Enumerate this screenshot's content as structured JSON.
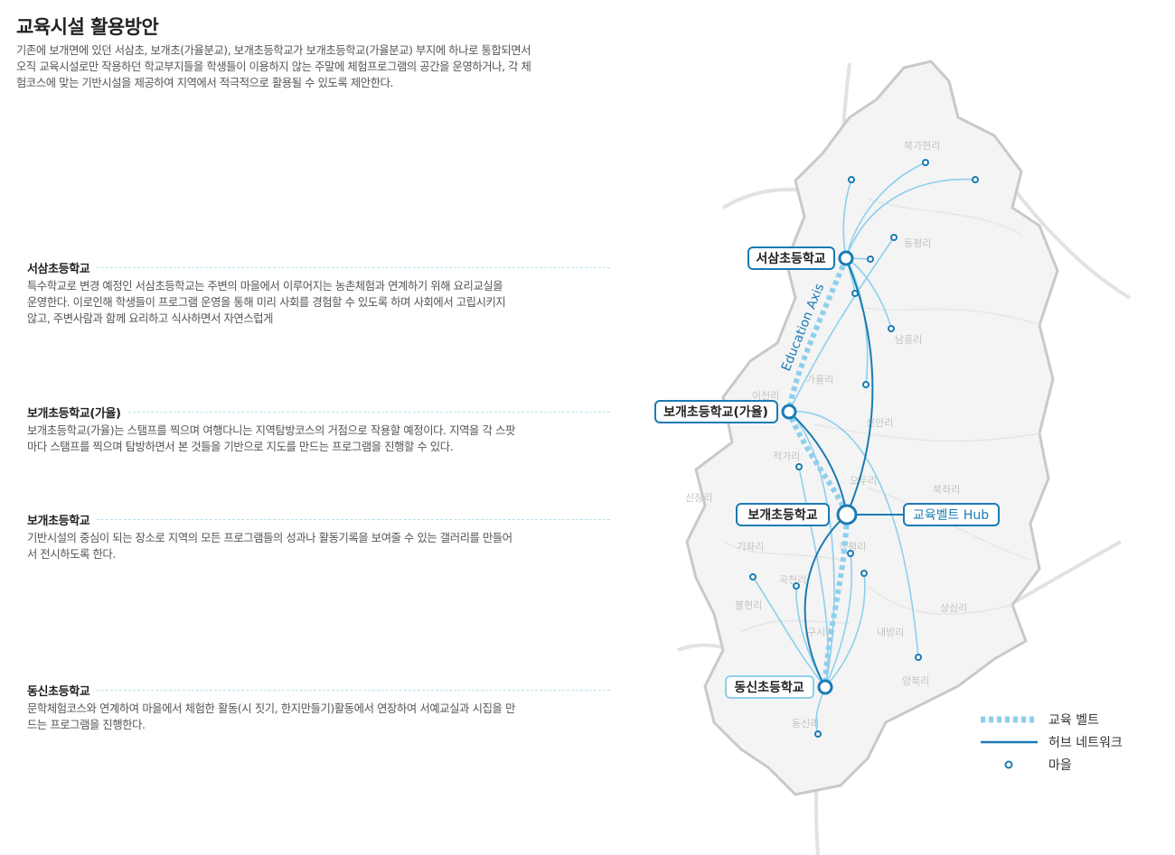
{
  "title": "교육시설 활용방안",
  "intro": "기존에 보개면에 있던 서삼초, 보개초(가율분교), 보개초등학교가 보개초등학교(가율분교) 부지에 하나로 통합되면서 오직 교육시설로만 작용하던 학교부지들을 학생들이 이용하지 않는 주말에 체험프로그램의 공간을 운영하거나, 각 체험코스에 맞는 기반시설을 제공하여 지역에서 적극적으로 활용될 수 있도록 제안한다.",
  "sections": [
    {
      "title": "서삼초등학교",
      "body": "특수학교로 변경 예정인 서삼초등학교는 주변의 마을에서 이루어지는 농촌체험과 연계하기 위해 요리교실을 운영한다. 이로인해 학생들이 프로그램 운영을 통해 미리 사회를 경험할 수 있도록 하며 사회에서 고립시키지 않고, 주변사람과 함께 요리하고 식사하면서 자연스럽게"
    },
    {
      "title": "보개초등학교(가율)",
      "body": "보개초등학교(가율)는 스탬프를 찍으며 여행다니는 지역탐방코스의 거점으로 작용할 예정이다. 지역을 각 스팟마다 스탬프를 찍으며 탐방하면서 본 것들을 기반으로 지도를 만드는 프로그램을 진행할 수 있다."
    },
    {
      "title": "보개초등학교",
      "body": "기반시설의 중심이 되는 장소로 지역의 모든 프로그램들의 성과나 활동기록을 보여줄 수 있는 갤러리를 만들어서 전시하도록 한다."
    },
    {
      "title": "동신초등학교",
      "body": "문학체험코스와 연계하여 마을에서 체험한 활동(시 짓기, 한지만들기)활동에서 연장하여 서예교실과 시집을 만드는 프로그램을 진행한다."
    }
  ],
  "map": {
    "axis_label": "Education Axis",
    "schools": {
      "seosam": "서삼초등학교",
      "gayul": "보개초등학교(가율)",
      "bogae": "보개초등학교",
      "dongsin": "동신초등학교"
    },
    "hub_label": "교육벨트 Hub",
    "places": [
      "북가현리",
      "동평리",
      "남풍리",
      "가율리",
      "이전리",
      "신안리",
      "적가리",
      "오두리",
      "북좌리",
      "신장리",
      "기좌리",
      "정평리",
      "곡천리",
      "불현리",
      "상심리",
      "구시리",
      "내방리",
      "양북리",
      "동신리"
    ],
    "colors": {
      "belt": "#8ecfee",
      "hub": "#1a7bb3",
      "village": "#8ecfee",
      "node": "#1a7bb3"
    }
  },
  "legend": {
    "belt": "교육 벨트",
    "hub": "허브 네트워크",
    "village": "마을"
  }
}
